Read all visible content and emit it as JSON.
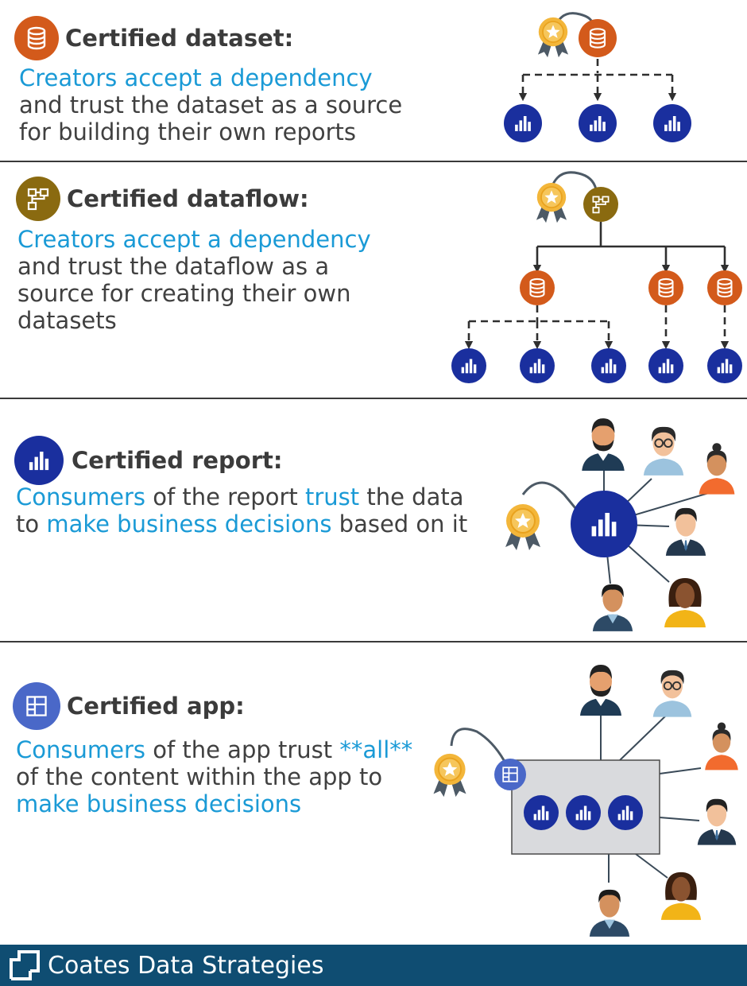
{
  "colors": {
    "dataset": "#d35a1b",
    "dataflow": "#8a6a10",
    "report": "#1a2f9e",
    "app": "#4a68c8",
    "highlight": "#1a9ad6",
    "footer": "#0f4d72"
  },
  "sections": {
    "dataset": {
      "icon": "database-icon",
      "title": "Certified dataset:",
      "desc": [
        {
          "t": "Creators accept a dependency",
          "hl": true,
          "br": true
        },
        {
          "t": "and trust the dataset as a source",
          "hl": false,
          "br": true
        },
        {
          "t": "for building their own reports",
          "hl": false,
          "br": false
        }
      ]
    },
    "dataflow": {
      "icon": "dataflow-icon",
      "title": "Certified dataflow:",
      "desc": [
        {
          "t": "Creators accept a dependency",
          "hl": true,
          "br": true
        },
        {
          "t": "and trust the dataflow as a",
          "hl": false,
          "br": true
        },
        {
          "t": "source for creating their own",
          "hl": false,
          "br": true
        },
        {
          "t": "datasets",
          "hl": false,
          "br": false
        }
      ]
    },
    "report": {
      "icon": "report-icon",
      "title": "Certified report:",
      "desc": [
        {
          "t": "Consumers",
          "hl": true,
          "br": false
        },
        {
          "t": " of the report ",
          "hl": false,
          "br": false
        },
        {
          "t": "trust",
          "hl": true,
          "br": false
        },
        {
          "t": " the data",
          "hl": false,
          "br": true
        },
        {
          "t": "to ",
          "hl": false,
          "br": false
        },
        {
          "t": "make business decisions",
          "hl": true,
          "br": false
        },
        {
          "t": " based on it",
          "hl": false,
          "br": false
        }
      ]
    },
    "app": {
      "icon": "app-icon",
      "title": "Certified app:",
      "desc": [
        {
          "t": "Consumers",
          "hl": true,
          "br": false
        },
        {
          "t": " of the app trust ",
          "hl": false,
          "br": false
        },
        {
          "t": "**all**",
          "hl": true,
          "br": true
        },
        {
          "t": "of the content within the app to",
          "hl": false,
          "br": true
        },
        {
          "t": "make business decisions",
          "hl": true,
          "br": false
        }
      ]
    }
  },
  "footer": {
    "logo": "coates-logo-icon",
    "text": "Coates Data Strategies"
  }
}
